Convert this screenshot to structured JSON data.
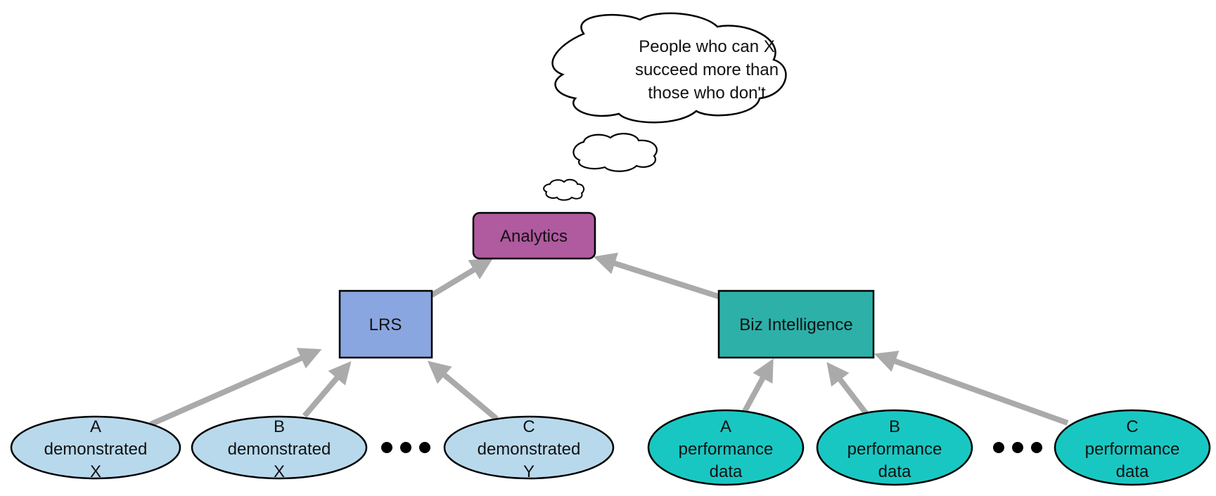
{
  "thought": {
    "lines": [
      "People who can X",
      "succeed more than",
      "those who don't"
    ]
  },
  "nodes": {
    "analytics": {
      "label": "Analytics",
      "color": "#b05aa0"
    },
    "lrs": {
      "label": "LRS",
      "color": "#8aa6e0"
    },
    "biz": {
      "label": "Biz Intelligence",
      "color": "#2db0a8"
    }
  },
  "left_sources": [
    {
      "lines": [
        "A",
        "demonstrated",
        "X"
      ]
    },
    {
      "lines": [
        "B",
        "demonstrated",
        "X"
      ]
    },
    {
      "lines": [
        "C",
        "demonstrated",
        "Y"
      ]
    }
  ],
  "right_sources": [
    {
      "lines": [
        "A",
        "performance",
        "data"
      ]
    },
    {
      "lines": [
        "B",
        "performance",
        "data"
      ]
    },
    {
      "lines": [
        "C",
        "performance",
        "data"
      ]
    }
  ],
  "colors": {
    "left_source_fill": "#b8d9ec",
    "right_source_fill": "#19c7c2",
    "arrow": "#aaaaaa",
    "outline": "#000000"
  }
}
